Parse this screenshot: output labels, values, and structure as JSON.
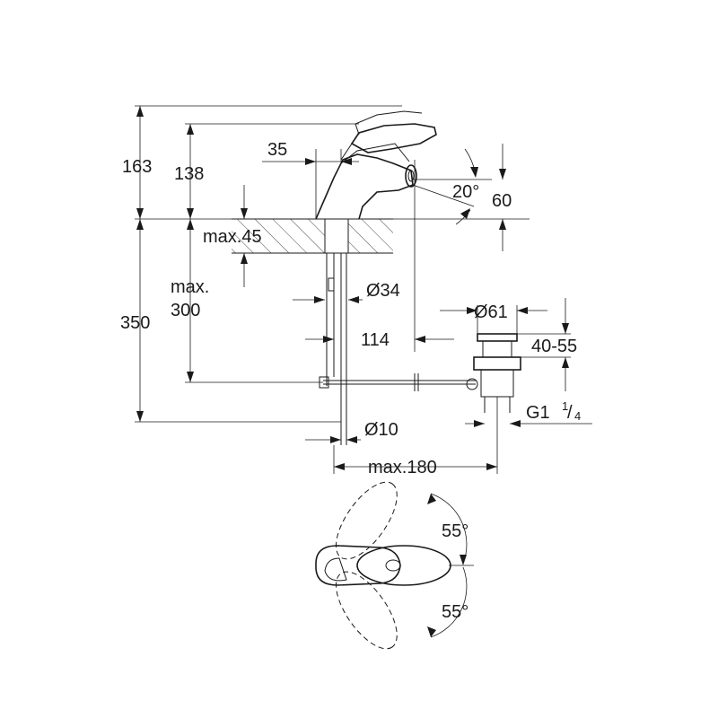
{
  "dimensions": {
    "height_163": "163",
    "height_138": "138",
    "width_35": "35",
    "angle_20": "20°",
    "offset_60": "60",
    "deck_max45": "max.45",
    "below_max": "max.",
    "below_300": "300",
    "below_350": "350",
    "dia_34": "Ø34",
    "dist_114": "114",
    "dia_61": "Ø61",
    "waste_40_55": "40-55",
    "thread_g": "G1",
    "thread_sup": "1",
    "thread_sub": "4",
    "dia_10": "Ø10",
    "max_180": "max.180",
    "rot_top": "55°",
    "rot_bottom": "55°"
  }
}
